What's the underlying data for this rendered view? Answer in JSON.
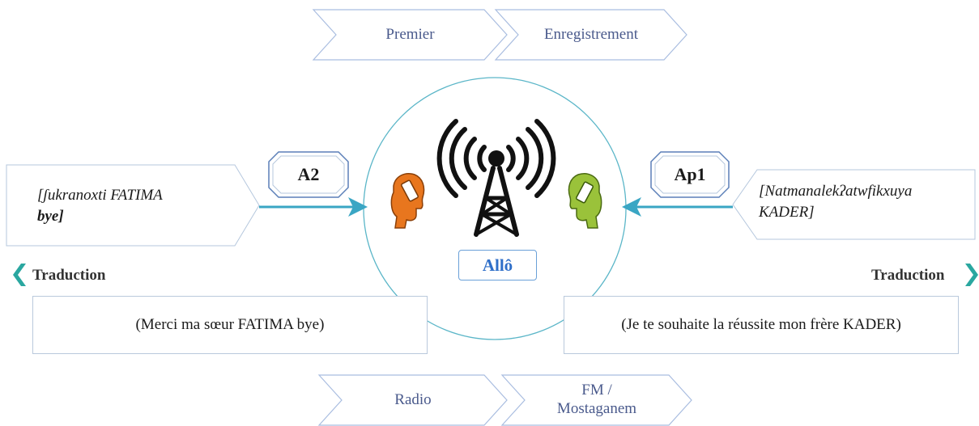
{
  "top_steps": [
    "Premier",
    "Enregistrement"
  ],
  "bottom_steps": [
    "Radio",
    "FM /\nMostaganem"
  ],
  "left_speaker": {
    "badge": "A2",
    "quote_line1": "[ʃukranoxti FATIMA",
    "quote_line2": "bye]",
    "translation_label": "Traduction",
    "translation": "(Merci ma sœur FATIMA bye)",
    "head_color": "#e8761e"
  },
  "right_speaker": {
    "badge": "Ap1",
    "quote_line1": "[Natmanalekʔatwfikxuya",
    "quote_line2": "KADER]",
    "translation_label": "Traduction",
    "translation": "(Je te souhaite la réussite mon frère KADER)",
    "head_color": "#9ac23a"
  },
  "center_label": "Allô",
  "colors": {
    "arrow": "#3aa6c4",
    "circle": "#5bb6c8",
    "chevron_stroke": "#a9bde0",
    "teal_marker": "#2aa7a0"
  },
  "icons": [
    "radio-tower-icon",
    "phone-head-icon"
  ]
}
